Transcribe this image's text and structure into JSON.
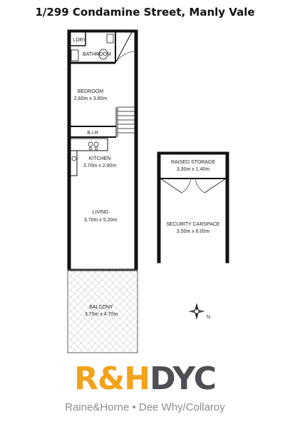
{
  "title": "1/299 Condamine Street, Manly Vale",
  "rooms": {
    "ldry": {
      "name": "LDRY"
    },
    "bathroom": {
      "name": "BATHROOM"
    },
    "bedroom": {
      "name": "BEDROOM",
      "size": "2.60m x 3.60m"
    },
    "bir": {
      "name": "B.I.R"
    },
    "kitchen": {
      "name": "KITCHEN",
      "size": "3.70m x 2.00m"
    },
    "living": {
      "name": "LIVING",
      "size": "3.70m x 5.20m"
    },
    "balcony": {
      "name": "BALCONY",
      "size": "3.70m x 4.70m"
    },
    "storage": {
      "name": "RAISED STORAGE",
      "size": "3.30m x 1.40m"
    },
    "carspace": {
      "name": "SECURITY CARSPACE",
      "size": "3.50m x 6.00m"
    }
  },
  "logo": {
    "brand_rh": "R&H",
    "brand_dyc": "DYC",
    "tagline": "Raine&Horne • Dee Why/Collaroy",
    "color_primary": "#f2a31b",
    "color_secondary": "#4d4f53"
  }
}
